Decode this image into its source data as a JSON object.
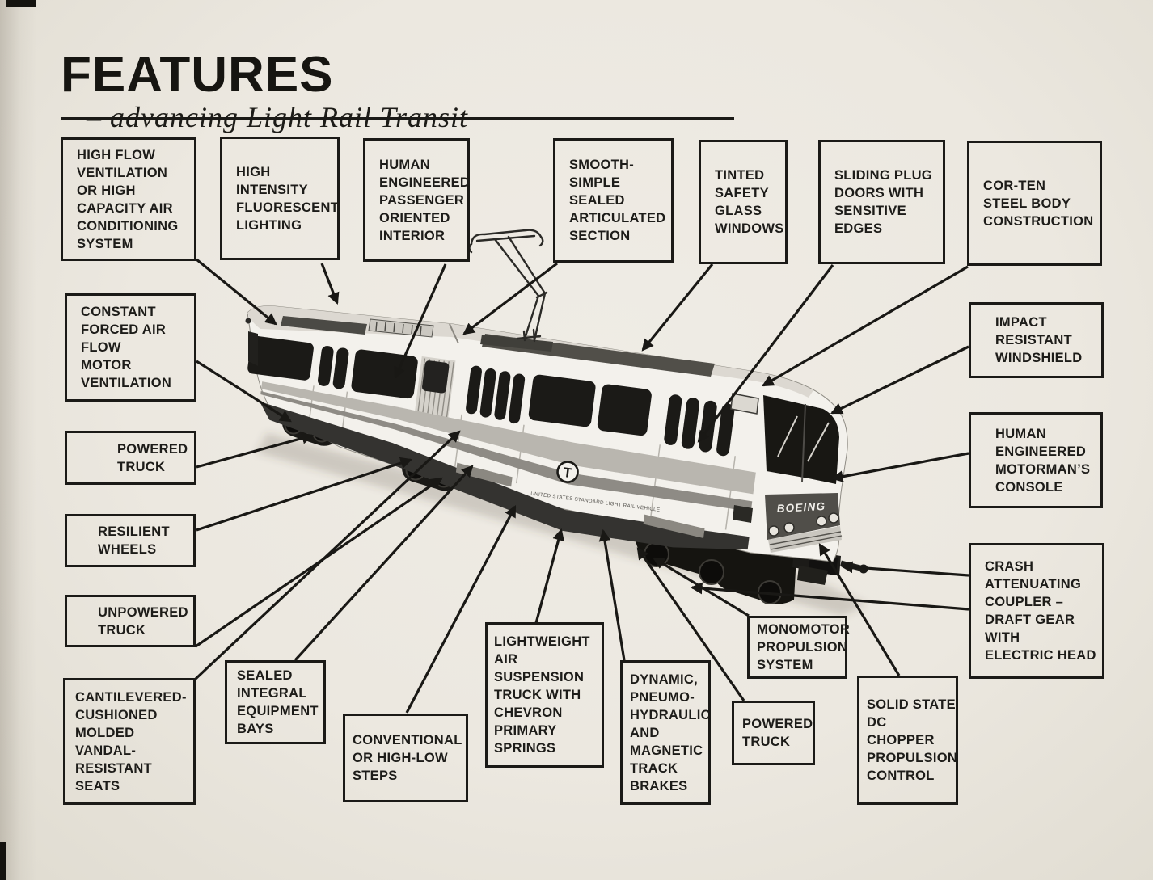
{
  "page": {
    "title": "FEATURES",
    "subtitle": "– advancing Light Rail Transit",
    "ink_color": "#1b1a17",
    "paper_color": "#ece8e0"
  },
  "train": {
    "logo_letter": "T",
    "builder_mark": "BOEING",
    "side_caption": "UNITED STATES STANDARD LIGHT RAIL VEHICLE"
  },
  "callouts": [
    {
      "id": "high-flow-ventilation",
      "label": "HIGH FLOW\nVENTILATION\nOR HIGH\nCAPACITY AIR\nCONDITIONING\nSYSTEM"
    },
    {
      "id": "fluorescent-lighting",
      "label": "HIGH\nINTENSITY\nFLUORESCENT\nLIGHTING"
    },
    {
      "id": "passenger-interior",
      "label": "HUMAN\nENGINEERED\nPASSENGER\nORIENTED\nINTERIOR"
    },
    {
      "id": "articulated-section",
      "label": "SMOOTH-\nSIMPLE\nSEALED\nARTICULATED\nSECTION"
    },
    {
      "id": "tinted-windows",
      "label": "TINTED\nSAFETY\nGLASS\nWINDOWS"
    },
    {
      "id": "sliding-plug-doors",
      "label": "SLIDING PLUG\nDOORS WITH\nSENSITIVE\nEDGES"
    },
    {
      "id": "cor-ten-body",
      "label": "COR-TEN\nSTEEL BODY\nCONSTRUCTION"
    },
    {
      "id": "motor-ventilation",
      "label": "CONSTANT\nFORCED AIR\nFLOW\nMOTOR\nVENTILATION"
    },
    {
      "id": "powered-truck-rear",
      "label": "POWERED\nTRUCK"
    },
    {
      "id": "resilient-wheels",
      "label": "RESILIENT\nWHEELS"
    },
    {
      "id": "unpowered-truck",
      "label": "UNPOWERED\nTRUCK"
    },
    {
      "id": "vandal-resistant-seats",
      "label": "CANTILEVERED-\nCUSHIONED\nMOLDED\nVANDAL-\nRESISTANT\nSEATS"
    },
    {
      "id": "impact-windshield",
      "label": "IMPACT\nRESISTANT\nWINDSHIELD"
    },
    {
      "id": "motormans-console",
      "label": "HUMAN\nENGINEERED\nMOTORMAN’S\nCONSOLE"
    },
    {
      "id": "crash-coupler",
      "label": "CRASH\nATTENUATING\nCOUPLER –\nDRAFT GEAR\nWITH\nELECTRIC HEAD"
    },
    {
      "id": "equipment-bays",
      "label": "SEALED\nINTEGRAL\nEQUIPMENT\nBAYS"
    },
    {
      "id": "high-low-steps",
      "label": "CONVENTIONAL\nOR HIGH-LOW\nSTEPS"
    },
    {
      "id": "air-suspension-truck",
      "label": "LIGHTWEIGHT\nAIR SUSPENSION\nTRUCK WITH\nCHEVRON\nPRIMARY\nSPRINGS"
    },
    {
      "id": "track-brakes",
      "label": "DYNAMIC,\nPNEUMO-\nHYDRAULIC\nAND\nMAGNETIC\nTRACK\nBRAKES"
    },
    {
      "id": "powered-truck-front",
      "label": "POWERED\nTRUCK"
    },
    {
      "id": "monomotor-propulsion",
      "label": "MONOMOTOR\nPROPULSION\nSYSTEM"
    },
    {
      "id": "dc-chopper-control",
      "label": "SOLID STATE\nDC CHOPPER\nPROPULSION\nCONTROL"
    }
  ]
}
